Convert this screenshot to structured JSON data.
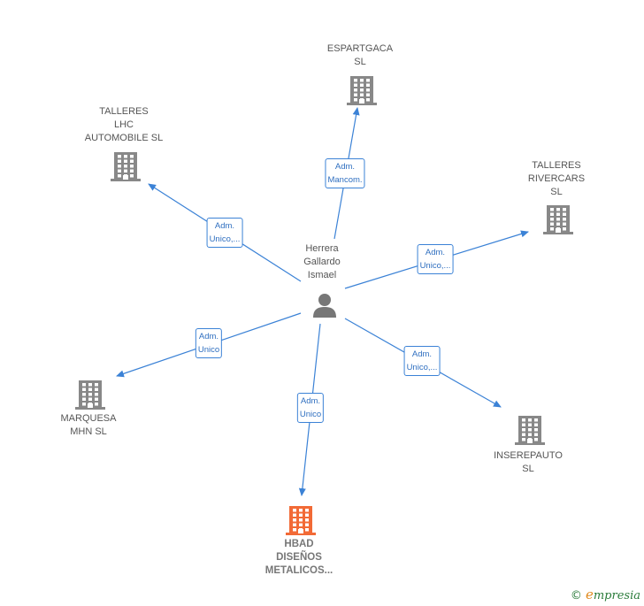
{
  "center": {
    "name": "Herrera\nGallardo\nIsmael",
    "icon": "person-icon"
  },
  "companies": [
    {
      "id": "espartgaca",
      "name": "ESPARTGACA\nSL",
      "role": "Adm.\nMancom.",
      "color": "#888888"
    },
    {
      "id": "talleres-lhc",
      "name": "TALLERES\nLHC\nAUTOMOBILE SL",
      "role": "Adm.\nUnico,...",
      "color": "#888888"
    },
    {
      "id": "talleres-rivercars",
      "name": "TALLERES\nRIVERCARS\nSL",
      "role": "Adm.\nUnico,...",
      "color": "#888888"
    },
    {
      "id": "marquesa",
      "name": "MARQUESA\nMHN  SL",
      "role": "Adm.\nUnico",
      "color": "#888888"
    },
    {
      "id": "inserepauto",
      "name": "INSEREPAUTO\nSL",
      "role": "Adm.\nUnico,...",
      "color": "#888888"
    },
    {
      "id": "hbad",
      "name": "HBAD\nDISEÑOS\nMETALICOS...",
      "role": "Adm.\nUnico",
      "color": "#f26a36",
      "main": true
    }
  ],
  "colors": {
    "edge": "#3b82d6",
    "building": "#888888",
    "highlight": "#f26a36"
  },
  "footer": {
    "copyright": "©",
    "brand_initial": "e",
    "brand_rest": "mpresia"
  }
}
